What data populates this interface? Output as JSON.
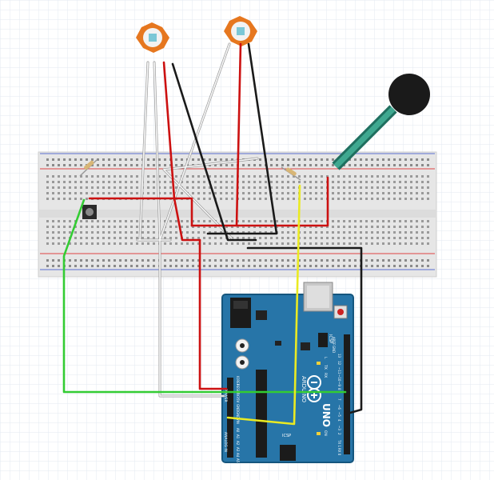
{
  "diagram": {
    "board": {
      "brand_text": "ARDUINO",
      "model_text": "UNO",
      "icsp_label": "ICSP",
      "icsp2_label": "ICSP",
      "digital_label": "DIGITAL (PWM~)",
      "power_label": "POWER",
      "analog_label": "ANALOG IN",
      "on_label": "ON",
      "tx_label": "TX",
      "rx_label": "RX",
      "l_label": "L",
      "aref_label": "AREF",
      "gnd_label": "GND",
      "pin_13": "13",
      "pin_12": "12",
      "pin_11": "~11",
      "pin_10": "~10",
      "pin_9": "~9",
      "pin_8": "8",
      "pin_7": "7",
      "pin_6": "~6",
      "pin_5": "~5",
      "pin_4": "4",
      "pin_3": "~3",
      "pin_2": "2",
      "pin_1": "TX 1",
      "pin_0": "RX 0",
      "pwr_ioref": "IOREF",
      "pwr_reset": "RESET",
      "pwr_3v3": "3V3",
      "pwr_5v": "5V",
      "pwr_gnd1": "GND",
      "pwr_gnd2": "GND",
      "pwr_vin": "VIN",
      "a0": "A0",
      "a1": "A1",
      "a2": "A2",
      "a3": "A3",
      "a4": "A4",
      "a5": "A5"
    },
    "colors": {
      "grid": "#e4ebf3",
      "breadboard": "#e9e9e9",
      "board": "#1f6fa0",
      "wire_red": "#cc1111",
      "wire_black": "#1a1a1a",
      "wire_white": "#f4f4f4",
      "wire_green": "#33cc33",
      "wire_yellow": "#f0f020"
    }
  }
}
